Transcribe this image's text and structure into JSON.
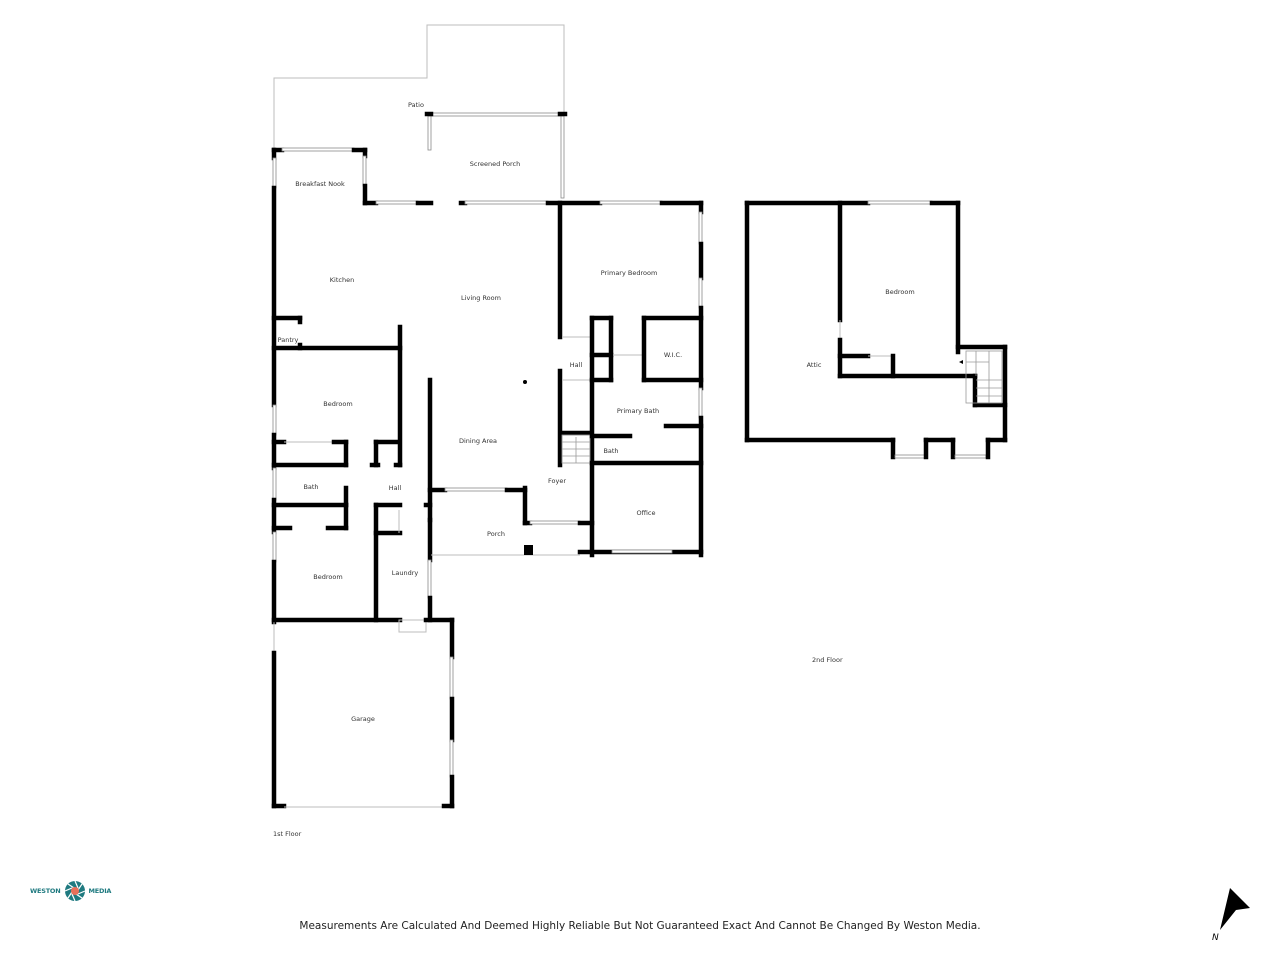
{
  "floors": [
    {
      "label": "1st Floor"
    },
    {
      "label": "2nd Floor"
    }
  ],
  "rooms_first_floor": {
    "patio": "Patio",
    "screened_porch": "Screened Porch",
    "breakfast_nook": "Breakfast Nook",
    "kitchen": "Kitchen",
    "living_room": "Living Room",
    "pantry": "Pantry",
    "primary_bedroom": "Primary Bedroom",
    "hall_primary": "Hall",
    "wic": "W.I.C.",
    "primary_bath": "Primary Bath",
    "bath_primary_side": "Bath",
    "bedroom_1": "Bedroom",
    "dining_area": "Dining Area",
    "foyer": "Foyer",
    "bath_hall": "Bath",
    "hall_main": "Hall",
    "office": "Office",
    "porch": "Porch",
    "bedroom_2": "Bedroom",
    "laundry": "Laundry",
    "garage": "Garage"
  },
  "rooms_second_floor": {
    "bedroom": "Bedroom",
    "attic": "Attic"
  },
  "branding": {
    "logo_left": "WESTON",
    "logo_right": "MEDIA",
    "logo_color": "#1f7a80",
    "logo_accent": "#e8705a"
  },
  "disclaimer": "Measurements Are Calculated And Deemed Highly Reliable But Not Guaranteed Exact And Cannot Be Changed By Weston Media.",
  "compass": {
    "label": "N"
  }
}
